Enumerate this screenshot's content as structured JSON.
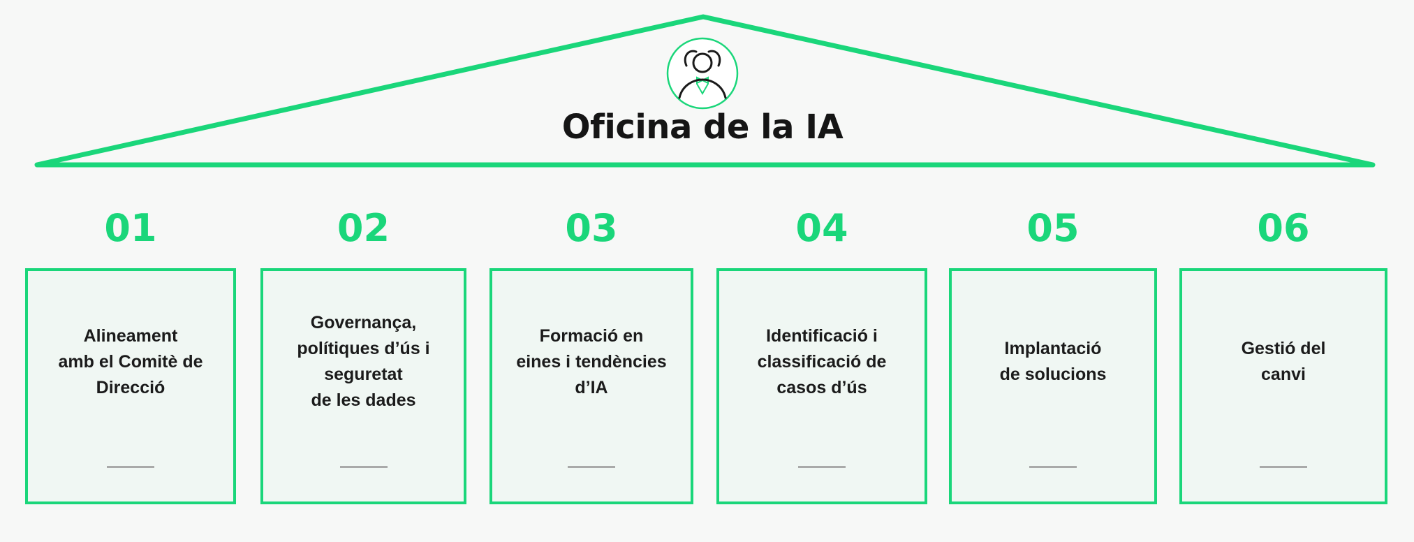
{
  "title": "Oficina de la IA",
  "icons": {
    "avatar": "person-avatar-icon"
  },
  "colors": {
    "accent": "#1ad67a",
    "text": "#151515",
    "box_fill": "#f0f7f3",
    "dash": "#a9aaa9"
  },
  "pillars": [
    {
      "number": "01",
      "label": "Alineament\namb el Comitè de\nDirecció"
    },
    {
      "number": "02",
      "label": "Governança,\npolítiques d’ús i\nseguretat\nde les dades"
    },
    {
      "number": "03",
      "label": "Formació en\neines i tendències\nd’IA"
    },
    {
      "number": "04",
      "label": "Identificació i\nclassificació de\ncasos d’ús"
    },
    {
      "number": "05",
      "label": "Implantació\nde solucions"
    },
    {
      "number": "06",
      "label": "Gestió del\ncanvi"
    }
  ]
}
